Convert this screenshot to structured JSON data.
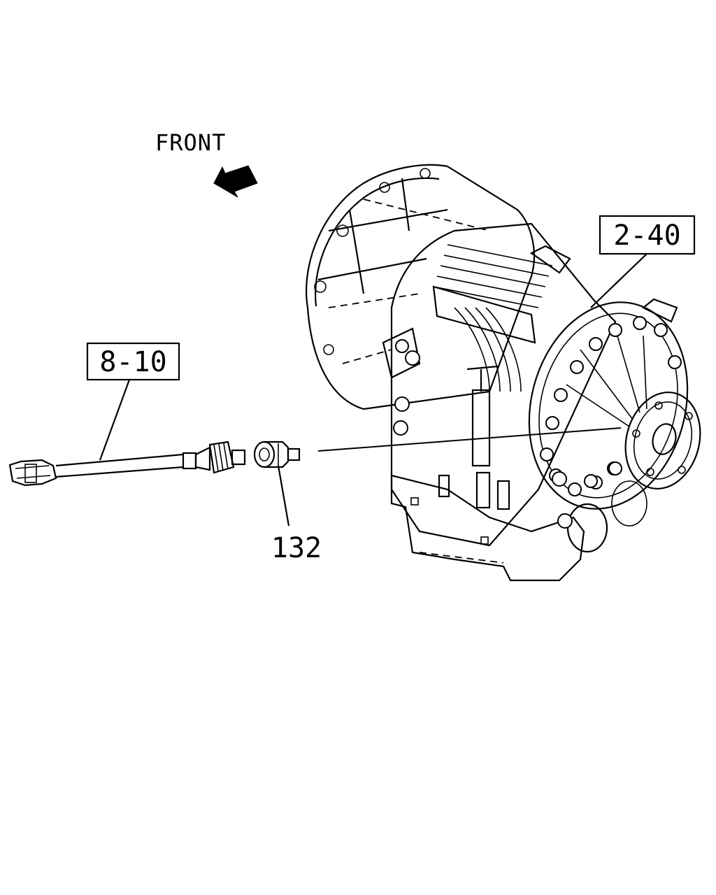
{
  "direction": {
    "label": "FRONT",
    "icon": "arrow-up-left-icon"
  },
  "callouts": {
    "transmission_ref": "2-40",
    "sensor_ref": "8-10",
    "part_number": "132"
  },
  "colors": {
    "line": "#000000",
    "background": "#ffffff"
  }
}
